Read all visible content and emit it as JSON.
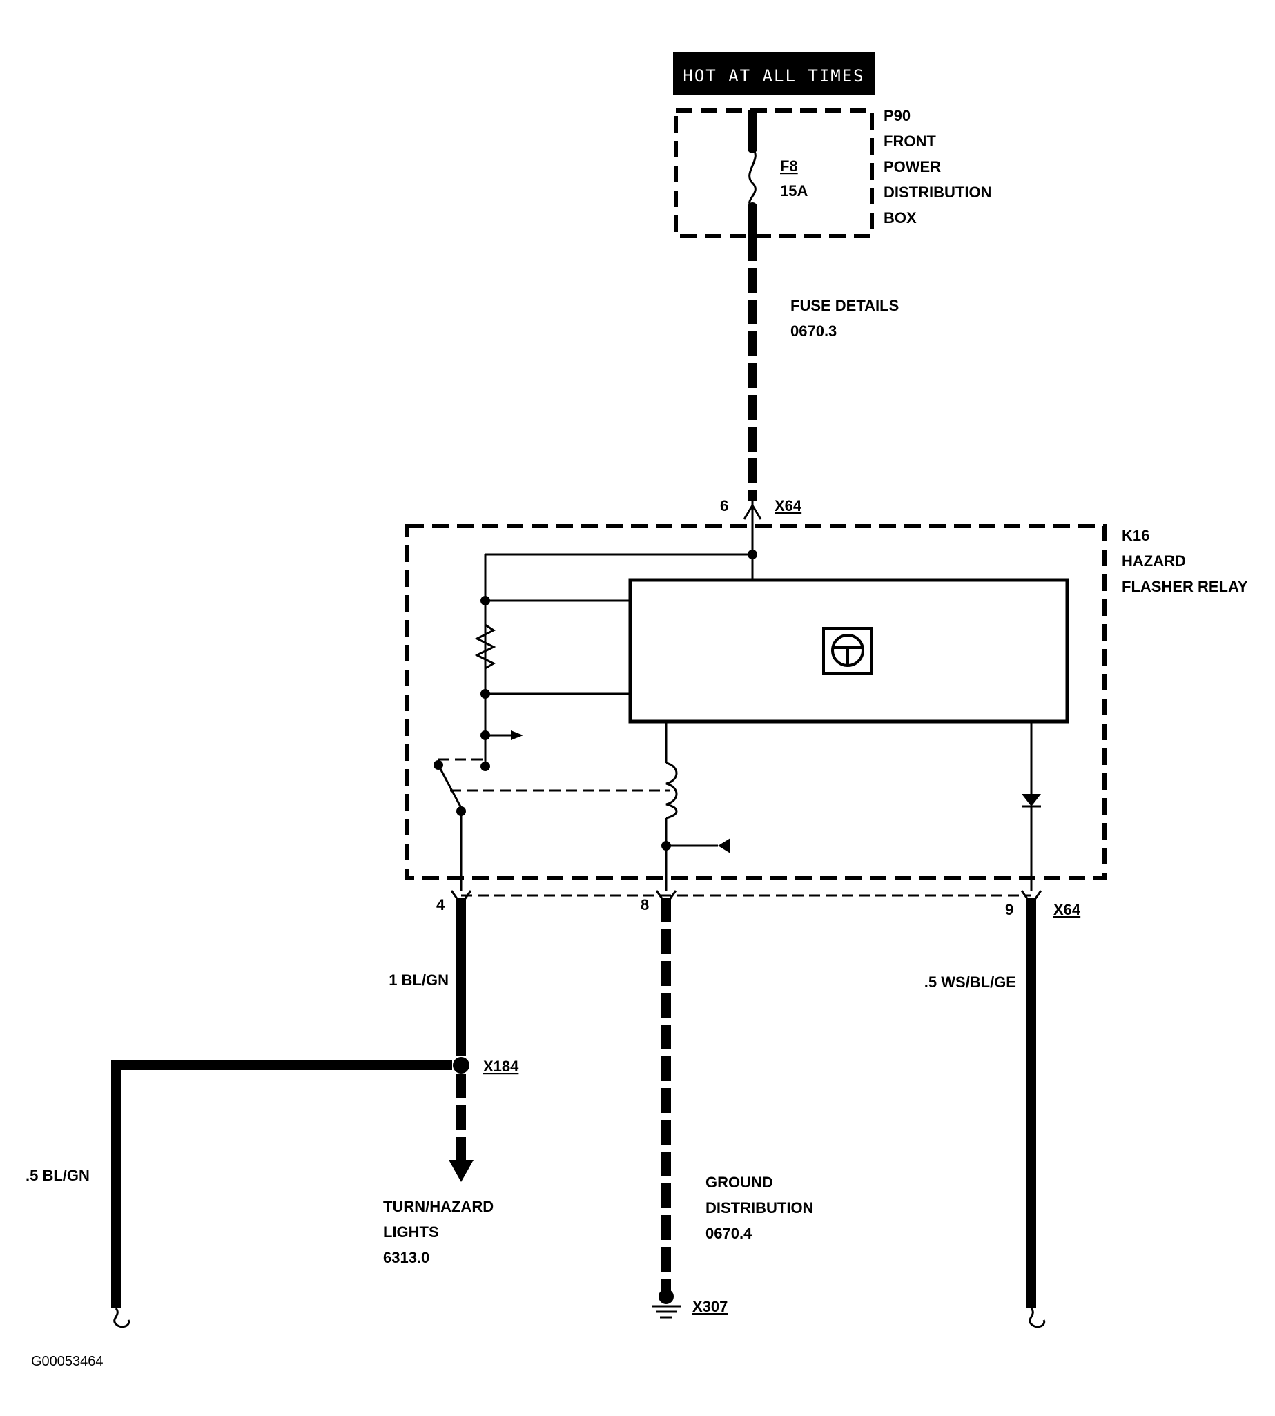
{
  "header": {
    "hot_label": "HOT AT ALL TIMES"
  },
  "fuse_box": {
    "fuse_id": "F8",
    "fuse_rating": "15A",
    "box_lines": [
      "P90",
      "FRONT",
      "POWER",
      "DISTRIBUTION",
      "BOX"
    ]
  },
  "fuse_details": {
    "line1": "FUSE DETAILS",
    "line2": "0670.3"
  },
  "connector_top": {
    "pin": "6",
    "name": "X64"
  },
  "relay": {
    "lines": [
      "K16",
      "HAZARD",
      "FLASHER RELAY"
    ]
  },
  "bottom_pins": {
    "left_pin": "4",
    "mid_pin": "8",
    "right_pin": "9",
    "right_connector": "X64"
  },
  "wires": {
    "left_color": "1 BL/GN",
    "right_color": ".5 WS/BL/GE",
    "far_left_color": ".5 BL/GN"
  },
  "splice": {
    "name": "X184"
  },
  "turn_hazard": {
    "lines": [
      "TURN/HAZARD",
      "LIGHTS",
      "6313.0"
    ]
  },
  "ground": {
    "lines": [
      "GROUND",
      "DISTRIBUTION",
      "0670.4"
    ],
    "name": "X307"
  },
  "figure_id": "G00053464"
}
